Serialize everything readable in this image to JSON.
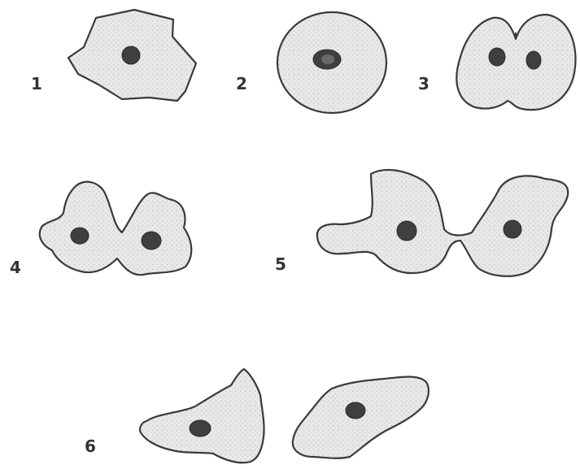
{
  "diagram": {
    "steps": [
      {
        "id": "1",
        "label": "1",
        "nuclei": 1
      },
      {
        "id": "2",
        "label": "2",
        "nuclei": 1
      },
      {
        "id": "3",
        "label": "3",
        "nuclei": 2
      },
      {
        "id": "4",
        "label": "4",
        "nuclei": 2
      },
      {
        "id": "5",
        "label": "5",
        "nuclei": 2
      },
      {
        "id": "6",
        "label": "6",
        "nuclei": 2
      }
    ]
  },
  "colors": {
    "outline": "#3a3a3a",
    "cytoplasm": "#e6e6e6",
    "nucleus": "#3f3f3f",
    "background": "#ffffff"
  }
}
